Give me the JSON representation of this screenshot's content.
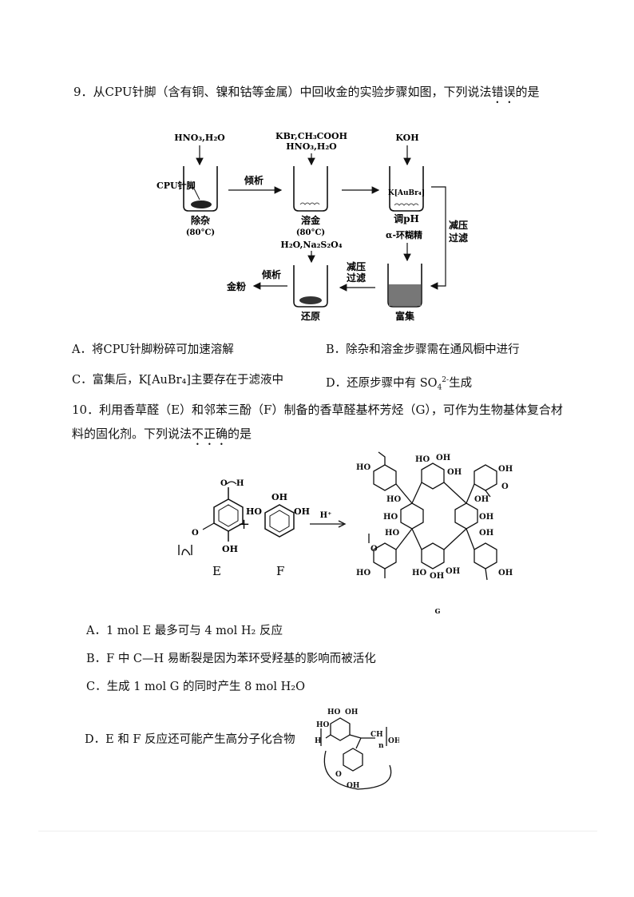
{
  "q9": {
    "stem_pre": "9．从CPU针脚（含有铜、镍和钴等金属）中回收金的实验步骤如图，下列说法",
    "stem_emph": "错误",
    "stem_post": "的是",
    "diagram": {
      "reagent1": "HNO₃,H₂O",
      "reagent2_line1": "KBr,CH₃COOH",
      "reagent2_line2": "HNO₃,H₂O",
      "reagent3": "KOH",
      "cpu_label": "CPU针脚",
      "arrow_decant1": "倾析",
      "step1": "除杂",
      "step1_temp": "(80°C)",
      "step2": "溶金",
      "step2_temp": "(80°C)",
      "step3": "调pH",
      "k_label": "K[AuBr₄]",
      "reduced_filter_side": "减压\n过滤",
      "cyclodextrin": "α-环糊精",
      "reagent4": "H₂O,Na₂S₂O₄",
      "reduced_filter_mid_1": "减压",
      "reduced_filter_mid_2": "过滤",
      "arrow_decant2": "倾析",
      "gold_powder": "金粉",
      "step4": "还原",
      "step5": "富集"
    },
    "options": {
      "A": "A．将CPU针脚粉碎可加速溶解",
      "B": "B．除杂和溶金步骤需在通风橱中进行",
      "C": "C．富集后，K[AuBr₄]主要存在于滤液中",
      "D_pre": "D．还原步骤中有 SO",
      "D_sub": "4",
      "D_sup": "2-",
      "D_post": "生成"
    }
  },
  "q10": {
    "stem_line1": "10．利用香草醛（E）和邻苯三酚（F）制备的香草醛基杯芳烃（G），可作为生物基体复合材",
    "stem_line2_pre": "料的固化剂。下列说法",
    "stem_line2_emph": "不正确",
    "stem_line2_post": "的是",
    "diagram": {
      "label_E": "E",
      "label_F": "F",
      "label_G": "G",
      "plus": "+",
      "catalyst": "H⁺",
      "OH": "OH",
      "HO": "HO"
    },
    "options": {
      "A": "A．1 mol E 最多可与 4 mol H₂ 反应",
      "B": "B．F 中 C—H 易断裂是因为苯环受羟基的影响而被活化",
      "C": "C．生成 1 mol G 的同时产生 8 mol H₂O",
      "D": "D．E 和 F 反应还可能产生高分子化合物"
    }
  }
}
